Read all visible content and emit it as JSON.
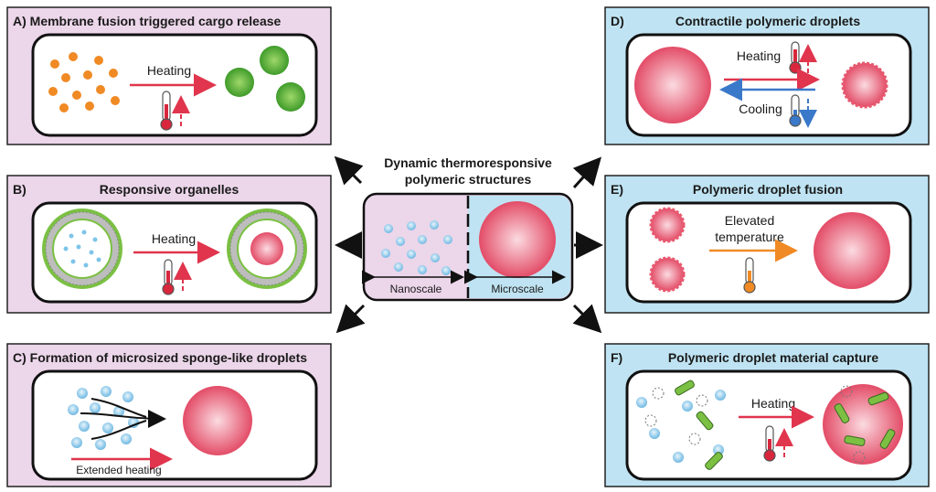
{
  "center": {
    "title_line1": "Dynamic thermoresponsive",
    "title_line2": "polymeric structures",
    "left_label": "Nanoscale",
    "right_label": "Microscale"
  },
  "panels": {
    "A": {
      "title": "A) Membrane fusion triggered cargo release",
      "action": "Heating"
    },
    "B": {
      "title": "B)",
      "title_main": "Responsive organelles",
      "action": "Heating"
    },
    "C": {
      "title": "C) Formation of microsized sponge-like droplets",
      "action": "Extended heating"
    },
    "D": {
      "title": "D)",
      "title_main": "Contractile polymeric droplets",
      "action_top": "Heating",
      "action_bottom": "Cooling"
    },
    "E": {
      "title": "E)",
      "title_main": "Polymeric droplet fusion",
      "action_line1": "Elevated",
      "action_line2": "temperature"
    },
    "F": {
      "title": "F)",
      "title_main": "Polymeric droplet material capture",
      "action": "Heating"
    }
  },
  "colors": {
    "pink_panel": "#ecd6ea",
    "blue_panel": "#bfe3f2",
    "heat_arrow": "#e0354d",
    "cool_arrow": "#3a78c9",
    "orange_arrow": "#f08a24",
    "droplet": "#e8596f",
    "cargo": "#f08a24",
    "nano_particle": "#7ec4e8",
    "green": "#7bc043"
  }
}
